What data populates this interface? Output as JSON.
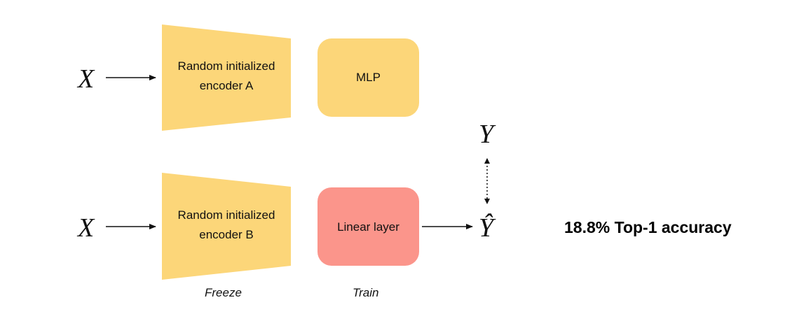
{
  "colors": {
    "encoder_fill": "#fcd679",
    "mlp_fill": "#fcd679",
    "linear_fill": "#fb958b",
    "arrow": "#111111"
  },
  "top_row": {
    "input": "X",
    "encoder": {
      "line1": "Random initialized",
      "line2": "encoder A"
    },
    "head": "MLP"
  },
  "bottom_row": {
    "input": "X",
    "encoder": {
      "line1": "Random initialized",
      "line2": "encoder B"
    },
    "head": "Linear layer",
    "output": "Ŷ"
  },
  "target": "Y",
  "captions": {
    "encoder": "Freeze",
    "head": "Train"
  },
  "result": "18.8% Top-1 accuracy"
}
